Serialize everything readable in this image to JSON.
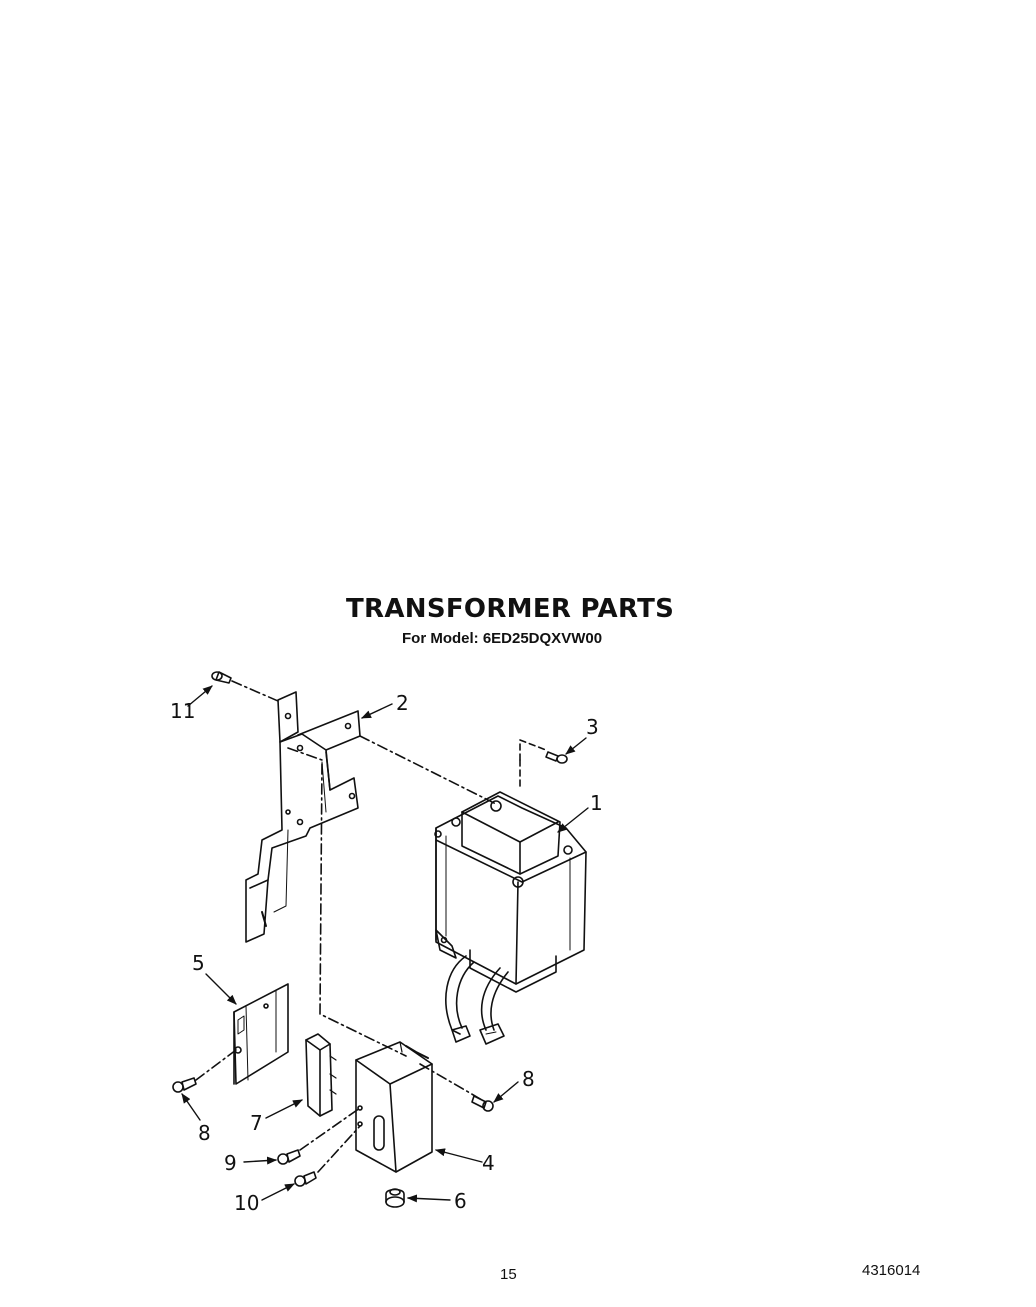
{
  "title": "TRANSFORMER PARTS",
  "subtitle": "For Model: 6ED25DQXVW00",
  "page_number": "15",
  "doc_number": "4316014",
  "callouts": [
    "1",
    "2",
    "3",
    "4",
    "5",
    "6",
    "7",
    "8",
    "8",
    "9",
    "10",
    "11"
  ],
  "parts": [
    {
      "label": "1",
      "name": "transformer-icon"
    },
    {
      "label": "2",
      "name": "mounting-bracket-icon"
    },
    {
      "label": "3",
      "name": "screw-icon"
    },
    {
      "label": "4",
      "name": "capacitor-icon"
    },
    {
      "label": "5",
      "name": "capacitor-bracket-icon"
    },
    {
      "label": "6",
      "name": "grommet-icon"
    },
    {
      "label": "7",
      "name": "diode-icon"
    },
    {
      "label": "8",
      "name": "screw-icon"
    },
    {
      "label": "9",
      "name": "screw-icon"
    },
    {
      "label": "10",
      "name": "screw-icon"
    },
    {
      "label": "11",
      "name": "screw-icon"
    }
  ]
}
